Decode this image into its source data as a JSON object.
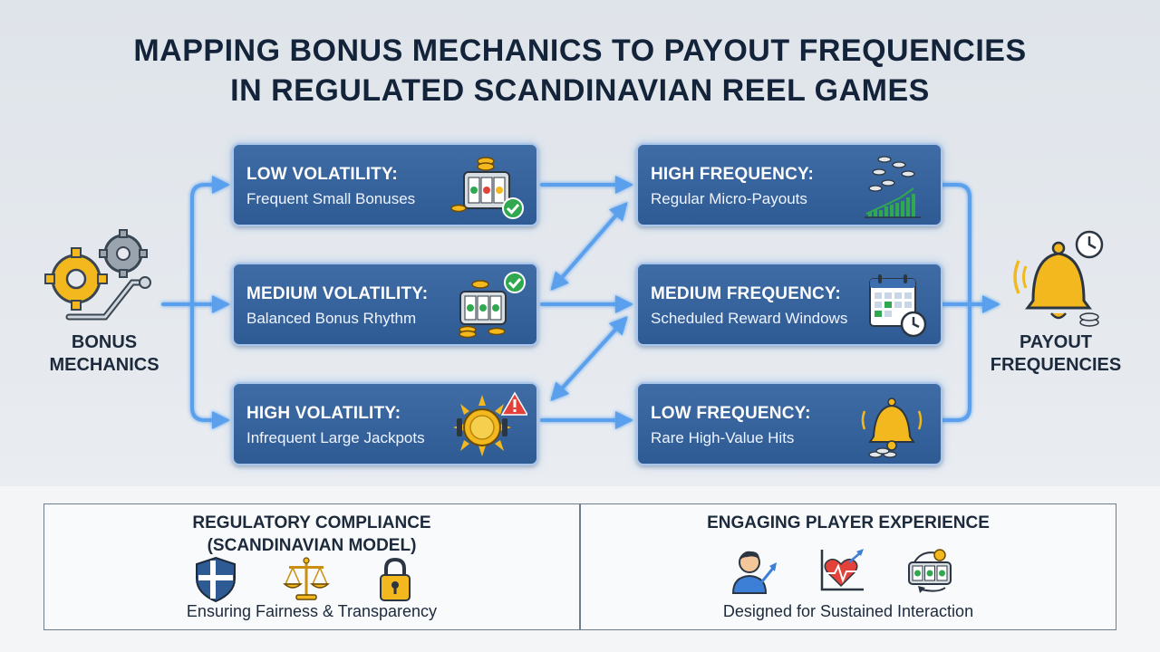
{
  "title": {
    "line1": "MAPPING BONUS MECHANICS TO PAYOUT FREQUENCIES",
    "line2": "IN REGULATED SCANDINAVIAN REEL GAMES"
  },
  "left_node": {
    "line1": "BONUS",
    "line2": "MECHANICS",
    "icon": "gears-icon"
  },
  "right_node": {
    "line1": "PAYOUT",
    "line2": "FREQUENCIES",
    "icon": "bell-clock-icon"
  },
  "volatility": [
    {
      "title": "LOW VOLATILITY:",
      "subtitle": "Frequent Small Bonuses",
      "icon": "slot-machine-check-icon"
    },
    {
      "title": "MEDIUM VOLATILITY:",
      "subtitle": "Balanced Bonus Rhythm",
      "icon": "slot-machine-check-icon"
    },
    {
      "title": "HIGH VOLATILITY:",
      "subtitle": "Infrequent Large Jackpots",
      "icon": "jackpot-warning-icon"
    }
  ],
  "frequency": [
    {
      "title": "HIGH FREQUENCY:",
      "subtitle": "Regular Micro-Payouts",
      "icon": "coins-growth-chart-icon"
    },
    {
      "title": "MEDIUM FREQUENCY:",
      "subtitle": "Scheduled Reward Windows",
      "icon": "calendar-clock-icon"
    },
    {
      "title": "LOW FREQUENCY:",
      "subtitle": "Rare High-Value Hits",
      "icon": "bell-coins-icon"
    }
  ],
  "panels": {
    "regulatory": {
      "line1": "REGULATORY COMPLIANCE",
      "line2": "(SCANDINAVIAN MODEL)",
      "footer": "Ensuring Fairness & Transparency",
      "icons": [
        "nordic-shield-icon",
        "balance-scale-icon",
        "padlock-icon"
      ]
    },
    "experience": {
      "line1": "ENGAGING PLAYER EXPERIENCE",
      "footer": "Designed for Sustained Interaction",
      "icons": [
        "player-icon",
        "heartbeat-chart-icon",
        "reel-cycle-icon"
      ]
    }
  },
  "colors": {
    "box_fill": "#36639c",
    "box_border": "#a9c6ec",
    "arrow": "#5aa0ec",
    "gold": "#f2b81d",
    "title_text": "#13233a"
  }
}
